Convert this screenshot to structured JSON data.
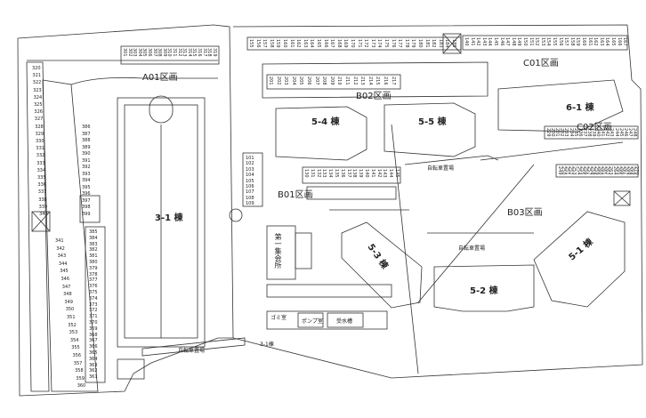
{
  "zones": {
    "a01": "A01区画",
    "b01": "B01区画",
    "b02": "B02区画",
    "b03": "B03区画",
    "c01": "C01区画",
    "c02": "C02区画"
  },
  "buildings": {
    "b31": "3-1 棟",
    "b34": "5-4 棟",
    "b35": "5-5 棟",
    "b61": "6-1 棟",
    "b53": "5-3 棟",
    "b52": "5-2 棟",
    "b51": "5-1 棟",
    "hall": "第一集会所"
  },
  "facilities": {
    "pump": "ポンプ室",
    "water": "受水槽",
    "small_room": "ゴミ室",
    "bike_a": "自転車置場",
    "bike_b": "自転車置場",
    "bike_c": "自転車置場",
    "bldg_sign": "3-1棟"
  },
  "stall_numbers": {
    "a_left_top": [
      "320",
      "321",
      "322",
      "323",
      "324",
      "325",
      "326",
      "327",
      "328",
      "329",
      "330",
      "331",
      "332",
      "333",
      "334",
      "335",
      "336",
      "337",
      "338",
      "339",
      "340"
    ],
    "a_left_bottom": [
      "341",
      "342",
      "343",
      "344",
      "345",
      "346",
      "347",
      "348",
      "349",
      "350",
      "351",
      "352",
      "353",
      "354",
      "355",
      "356",
      "357",
      "358",
      "359",
      "360"
    ],
    "a_right": [
      "385",
      "384",
      "383",
      "382",
      "381",
      "380",
      "379",
      "378",
      "377",
      "376",
      "375",
      "374",
      "373",
      "372",
      "371",
      "370",
      "369",
      "368",
      "367",
      "366",
      "365",
      "364",
      "363",
      "362",
      "361"
    ],
    "a_top": [
      "301",
      "302",
      "303",
      "304",
      "305",
      "306",
      "307",
      "308",
      "309",
      "310",
      "311",
      "312",
      "313",
      "314",
      "315",
      "316",
      "317",
      "318",
      "319"
    ],
    "a_mid": [
      "386",
      "387",
      "388",
      "389",
      "390",
      "391",
      "392",
      "393",
      "394",
      "395",
      "396",
      "397",
      "398",
      "399"
    ],
    "b01_left": [
      "101",
      "102",
      "103",
      "104",
      "105",
      "106",
      "107",
      "108",
      "109"
    ],
    "b_mid_row": [
      "130",
      "131",
      "132",
      "133",
      "134",
      "135",
      "136",
      "137",
      "138",
      "139",
      "140",
      "141",
      "142",
      "143",
      "144",
      "145"
    ],
    "b02_row": [
      "201",
      "202",
      "203",
      "204",
      "205",
      "206",
      "207",
      "208",
      "209",
      "210",
      "211",
      "212",
      "213",
      "214",
      "215",
      "216",
      "217"
    ],
    "top_row": [
      "155",
      "156",
      "157",
      "158",
      "159",
      "160",
      "161",
      "162",
      "163",
      "164",
      "165",
      "166",
      "167",
      "168",
      "169",
      "170",
      "171",
      "172",
      "173",
      "174",
      "175",
      "176",
      "177",
      "178",
      "179",
      "180",
      "181",
      "182",
      "183",
      "184",
      "185"
    ],
    "c01_row": [
      "140",
      "141",
      "142",
      "143",
      "144",
      "145",
      "146",
      "147",
      "148",
      "149",
      "150",
      "151",
      "152",
      "153",
      "154",
      "155",
      "156",
      "157",
      "158",
      "159",
      "160",
      "161",
      "162",
      "163",
      "164",
      "165",
      "166",
      "167"
    ],
    "c02_row": [
      "229",
      "230",
      "231",
      "232",
      "233",
      "234",
      "235",
      "236",
      "237",
      "238",
      "239",
      "240",
      "241",
      "242",
      "243",
      "244",
      "245",
      "246",
      "247",
      "248"
    ],
    "b03_row": [
      "249",
      "250",
      "251",
      "252",
      "253",
      "254",
      "255",
      "256",
      "257",
      "258",
      "259",
      "260",
      "261",
      "262",
      "263",
      "264",
      "265",
      "266",
      "267",
      "268",
      "269",
      "270"
    ]
  },
  "colors": {
    "line": "#333333",
    "bg": "#ffffff"
  }
}
